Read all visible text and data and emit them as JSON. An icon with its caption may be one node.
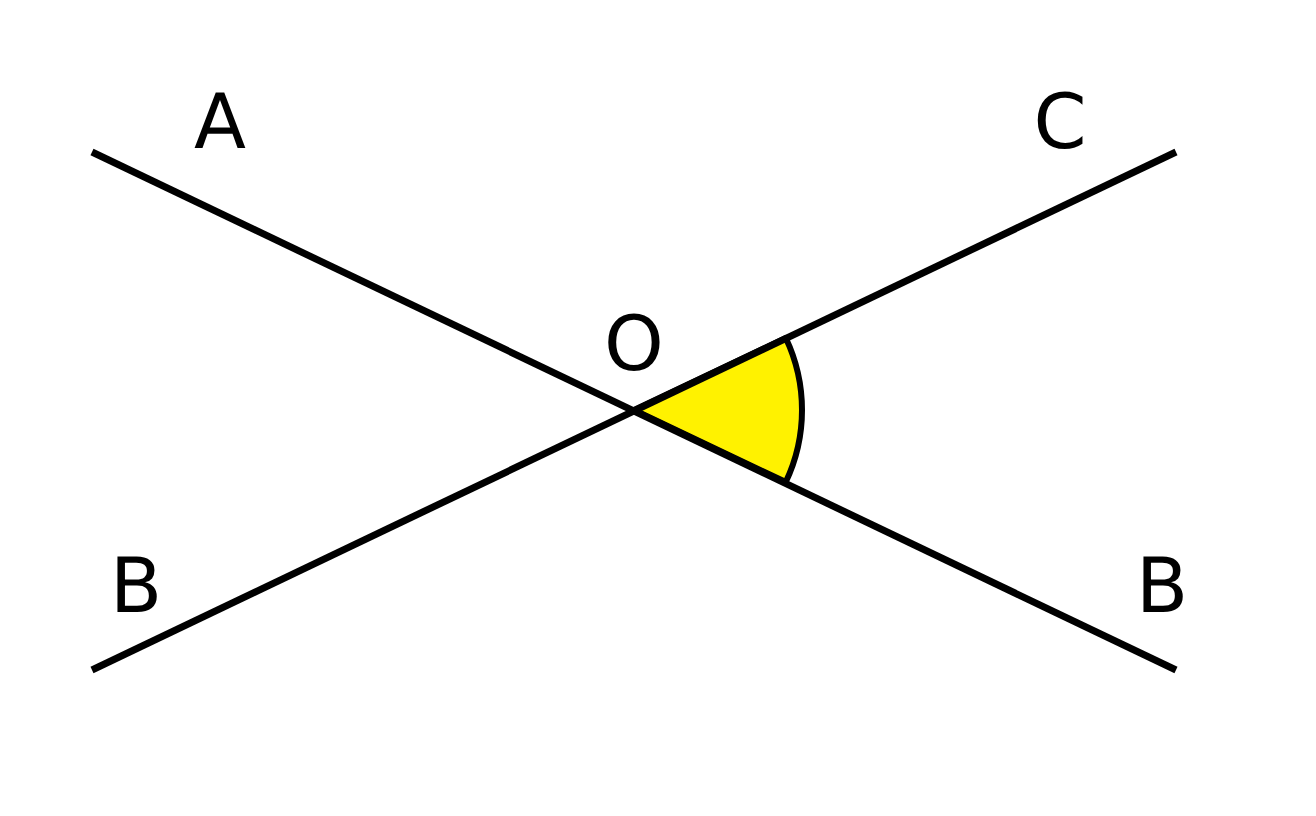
{
  "diagram": {
    "labels": [
      "A",
      "C",
      "O",
      "B",
      "B"
    ]
  }
}
